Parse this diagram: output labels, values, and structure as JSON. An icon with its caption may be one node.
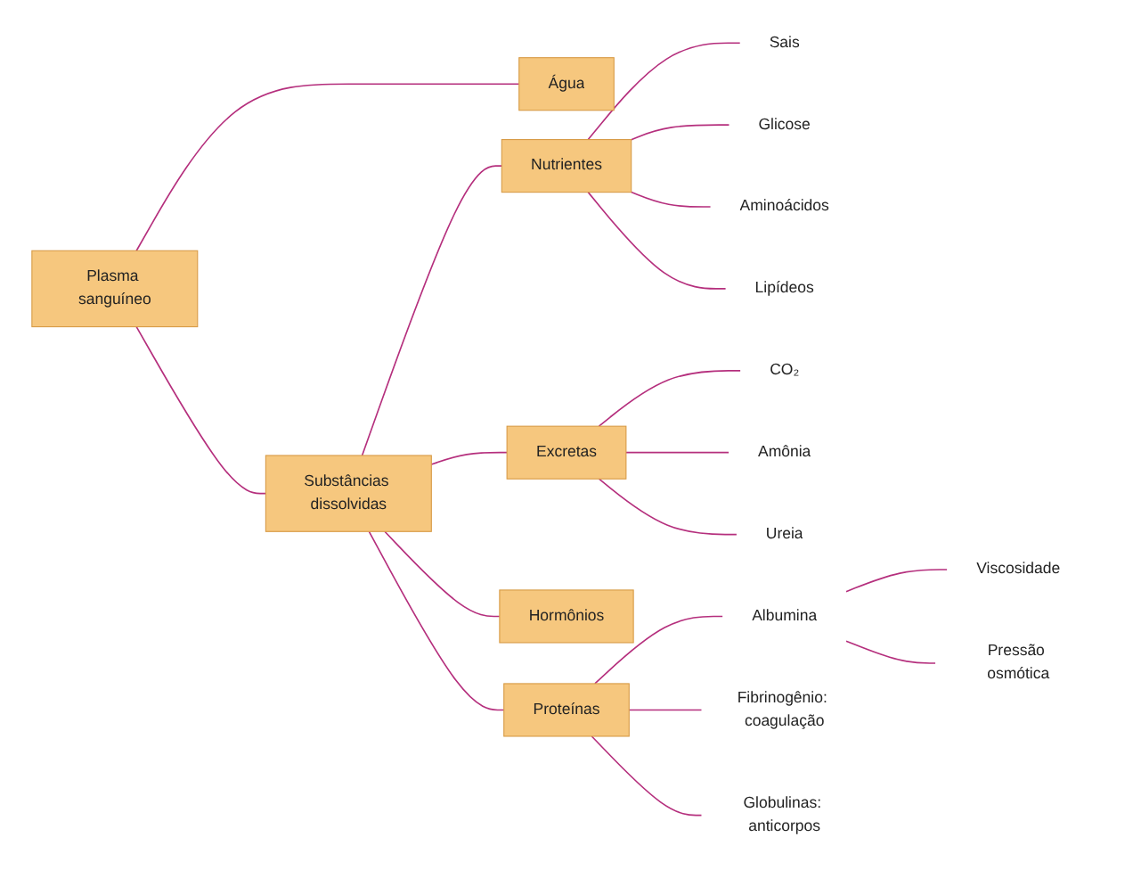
{
  "diagram": {
    "nodes": [
      {
        "text": [
          "Plasma sanguíneo"
        ]
      },
      {
        "text": [
          "Água"
        ]
      },
      {
        "text": [
          "Substâncias dissolvidas"
        ]
      },
      {
        "text": [
          "Nutrientes"
        ]
      },
      {
        "text": [
          "Sais"
        ]
      },
      {
        "text": [
          "Glicose"
        ]
      },
      {
        "text": [
          "Aminoácidos"
        ]
      },
      {
        "text": [
          "Lipídeos"
        ]
      },
      {
        "text": [
          "Excretas"
        ]
      },
      {
        "text": [
          "CO₂"
        ]
      },
      {
        "text": [
          "Amônia"
        ]
      },
      {
        "text": [
          "Ureia"
        ]
      },
      {
        "text": [
          "Hormônios"
        ]
      },
      {
        "text": [
          "Proteínas"
        ]
      },
      {
        "text": [
          "Albumina"
        ]
      },
      {
        "text": [
          "Viscosidade"
        ]
      },
      {
        "text": [
          "Pressão osmótica"
        ]
      },
      {
        "text": [
          "Fibrinogênio: coagulação"
        ]
      },
      {
        "text": [
          "Globulinas: anticorpos"
        ]
      }
    ],
    "edges": [
      {
        "from": 0,
        "to": 1,
        "arrow": "none"
      },
      {
        "from": 0,
        "to": 2,
        "arrow": "none"
      },
      {
        "from": 2,
        "to": 3,
        "arrow": "none"
      },
      {
        "from": 3,
        "to": 4,
        "arrow": "none"
      },
      {
        "from": 3,
        "to": 5,
        "arrow": "none"
      },
      {
        "from": 3,
        "to": 6,
        "arrow": "none"
      },
      {
        "from": 3,
        "to": 7,
        "arrow": "none"
      },
      {
        "from": 2,
        "to": 8,
        "arrow": "none"
      },
      {
        "from": 8,
        "to": 9,
        "arrow": "none"
      },
      {
        "from": 8,
        "to": 10,
        "arrow": "none"
      },
      {
        "from": 8,
        "to": 11,
        "arrow": "none"
      },
      {
        "from": 2,
        "to": 12,
        "arrow": "none"
      },
      {
        "from": 2,
        "to": 13,
        "arrow": "none"
      },
      {
        "from": 13,
        "to": 14,
        "arrow": "none"
      },
      {
        "from": 14,
        "to": 15,
        "arrow": "none"
      },
      {
        "from": 14,
        "to": 16,
        "arrow": "none"
      },
      {
        "from": 13,
        "to": 17,
        "arrow": "none"
      },
      {
        "from": 13,
        "to": 18,
        "arrow": "none"
      }
    ]
  }
}
